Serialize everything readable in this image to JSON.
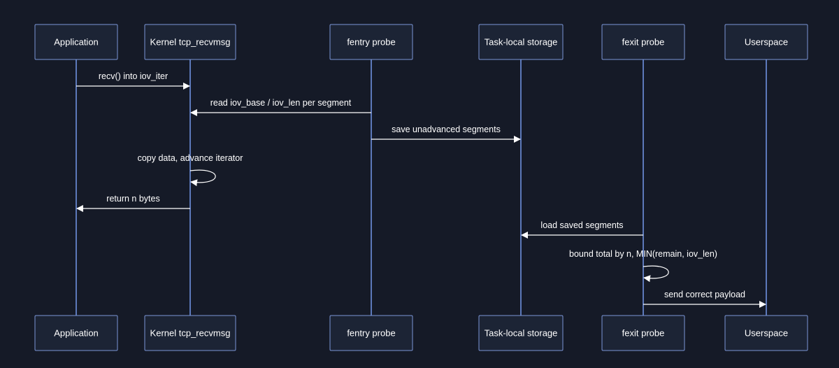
{
  "diagram": {
    "type": "sequence",
    "participants": [
      {
        "id": "app",
        "label": "Application"
      },
      {
        "id": "kernel",
        "label": "Kernel tcp_recvmsg"
      },
      {
        "id": "fentry",
        "label": "fentry probe"
      },
      {
        "id": "storage",
        "label": "Task-local storage"
      },
      {
        "id": "fexit",
        "label": "fexit probe"
      },
      {
        "id": "user",
        "label": "Userspace"
      }
    ],
    "messages": [
      {
        "from": "app",
        "to": "kernel",
        "label": "recv() into iov_iter"
      },
      {
        "from": "fentry",
        "to": "kernel",
        "label": "read iov_base / iov_len per segment"
      },
      {
        "from": "fentry",
        "to": "storage",
        "label": "save unadvanced segments"
      },
      {
        "from": "kernel",
        "to": "kernel",
        "label": "copy data, advance iterator"
      },
      {
        "from": "kernel",
        "to": "app",
        "label": "return n bytes"
      },
      {
        "from": "fexit",
        "to": "storage",
        "label": "load saved segments"
      },
      {
        "from": "fexit",
        "to": "fexit",
        "label": "bound total by n, MIN(remain, iov_len)"
      },
      {
        "from": "fexit",
        "to": "user",
        "label": "send correct payload"
      }
    ],
    "colors": {
      "background": "#151a27",
      "box_fill": "#1c2435",
      "box_stroke": "#7a95d6",
      "lifeline": "#6f91e0",
      "text": "#ffffff",
      "arrow": "#ffffff"
    }
  }
}
